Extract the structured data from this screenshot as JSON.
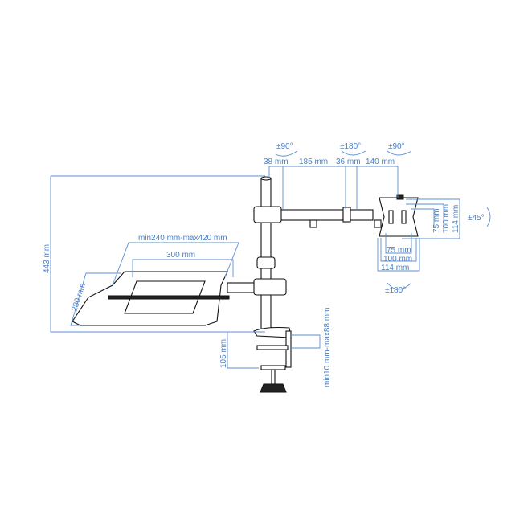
{
  "colors": {
    "dimension": "#5b8fd0",
    "label": "#4a7fc4",
    "line": "#111111"
  },
  "rotation": {
    "arm1": "±90°",
    "arm_joint": "±180°",
    "head_tilt": "±90°",
    "vesa_rotate": "±45°",
    "vesa_swivel": "±180°"
  },
  "arm": {
    "pole_offset": "38 mm",
    "arm1": "185 mm",
    "joint": "36 mm",
    "arm2": "140 mm"
  },
  "vesa": {
    "h75": "75 mm",
    "h100": "100 mm",
    "h114": "114 mm",
    "v75": "75 mm",
    "v100": "100 mm",
    "v114": "114 mm"
  },
  "height": "443 mm",
  "tray": {
    "adjust": "min240 mm-max420 mm",
    "width": "300 mm",
    "depth": "280 mm"
  },
  "clamp": {
    "height": "105 mm",
    "thickness": "min10 mm-max88 mm"
  }
}
